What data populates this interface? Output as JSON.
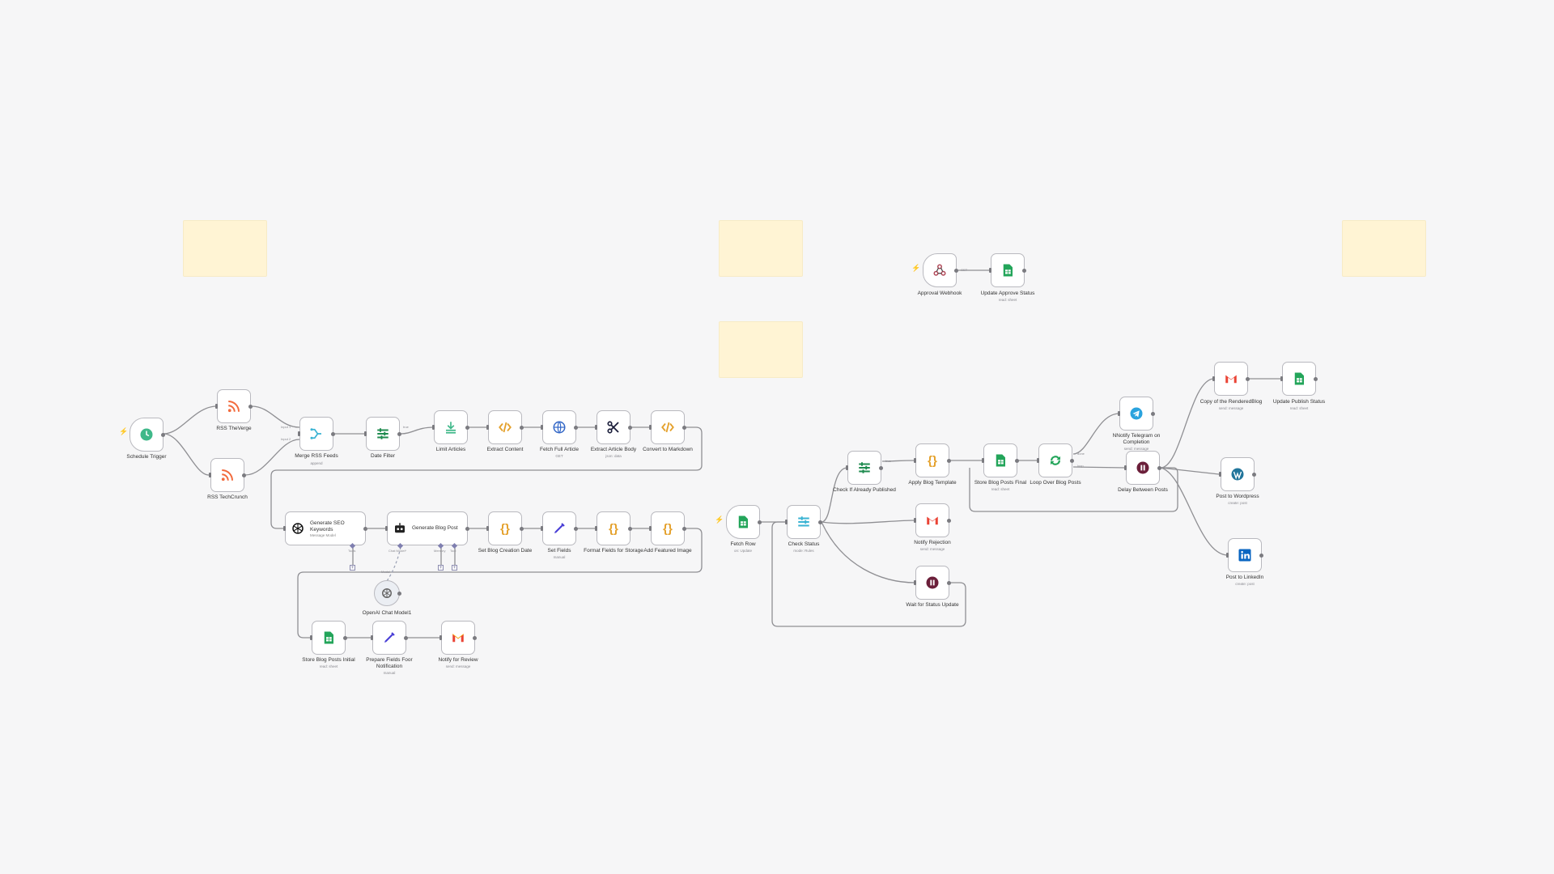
{
  "nodes": {
    "schedule_trigger": {
      "label": "Schedule Trigger"
    },
    "rss_theverge": {
      "label": "RSS TheVerge"
    },
    "rss_techcrunch": {
      "label": "RSS TechCrunch"
    },
    "merge_rss": {
      "label": "Merge RSS Feeds",
      "sub": "append",
      "in1": "Input 1",
      "in2": "Input 2"
    },
    "date_filter": {
      "label": "Date Filter",
      "out": "true"
    },
    "limit_articles": {
      "label": "Limit Articles"
    },
    "extract_content": {
      "label": "Extract Content"
    },
    "fetch_full_article": {
      "label": "Fetch Full Article",
      "sub": "GET"
    },
    "extract_article_body": {
      "label": "Extract Article Body",
      "sub": "json: data"
    },
    "convert_markdown": {
      "label": "Convert to Markdown"
    },
    "gen_seo": {
      "label": "Generate SEO Keywords",
      "sub": "Message Model",
      "sub2": "Tools"
    },
    "gen_blog": {
      "label": "Generate Blog Post",
      "sub1": "Chat Model*",
      "sub2": "Memory",
      "sub3": "Tool"
    },
    "openai_chat": {
      "label": "OpenAI Chat Model1",
      "tag": "Model"
    },
    "set_blog_date": {
      "label": "Set Blog Creation Date"
    },
    "set_fields": {
      "label": "Set Fields",
      "sub": "manual"
    },
    "format_fields": {
      "label": "Format Fields for Storage"
    },
    "add_image": {
      "label": "Add Featured Image"
    },
    "store_initial": {
      "label": "Store Blog Posts Initial",
      "sub": "read: sheet"
    },
    "prepare_fields": {
      "label": "Prepare Fields Foor Notification",
      "sub": "manual"
    },
    "notify_review": {
      "label": "Notify for Review",
      "sub": "send: message"
    },
    "approval_webhook": {
      "label": "Approval Webhook",
      "port": "GET"
    },
    "update_approve": {
      "label": "Update Approve Status",
      "sub": "read: sheet"
    },
    "fetch_row": {
      "label": "Fetch Row",
      "sub": "on: Update"
    },
    "check_status": {
      "label": "Check Status",
      "sub": "mode: Rules"
    },
    "check_published": {
      "label": "Check If Already Published",
      "out": "true"
    },
    "apply_template": {
      "label": "Apply Blog Template"
    },
    "store_final": {
      "label": "Store Blog Posts Final",
      "sub": "read: sheet"
    },
    "loop_posts": {
      "label": "Loop Over Blog Posts",
      "out1": "done",
      "out2": "loop"
    },
    "notify_telegram": {
      "label": "NNotify Telegram on Completion",
      "sub": "send: message"
    },
    "delay_posts": {
      "label": "Delay Between Posts"
    },
    "notify_rejection": {
      "label": "Notify Rejection",
      "sub": "send: message"
    },
    "wait_status": {
      "label": "Wait for Status Update"
    },
    "copy_rendered": {
      "label": "Copy of the RenderedBlog",
      "sub": "send: message"
    },
    "update_publish": {
      "label": "Update Publish Status",
      "sub": "read: sheet"
    },
    "post_wordpress": {
      "label": "Post to Wordpress",
      "sub": "create: post"
    },
    "post_linkedin": {
      "label": "Post to LinkedIn",
      "sub": "create: post"
    }
  },
  "colors": {
    "rss": "#f26a3c",
    "schedule": "#3fb889",
    "merge": "#3ab3d3",
    "filter": "#1f8b4f",
    "code": "#e4a02a",
    "http": "#3468c7",
    "sheets": "#23a55a",
    "set": "#4a3fd6",
    "wait": "#6b1f3a",
    "telegram": "#2aa3de",
    "wordpress": "#21759b",
    "linkedin": "#0a66c2",
    "gmail_red": "#ea4335",
    "trigger": "#f2604a",
    "sticky": "#fff4d4"
  }
}
